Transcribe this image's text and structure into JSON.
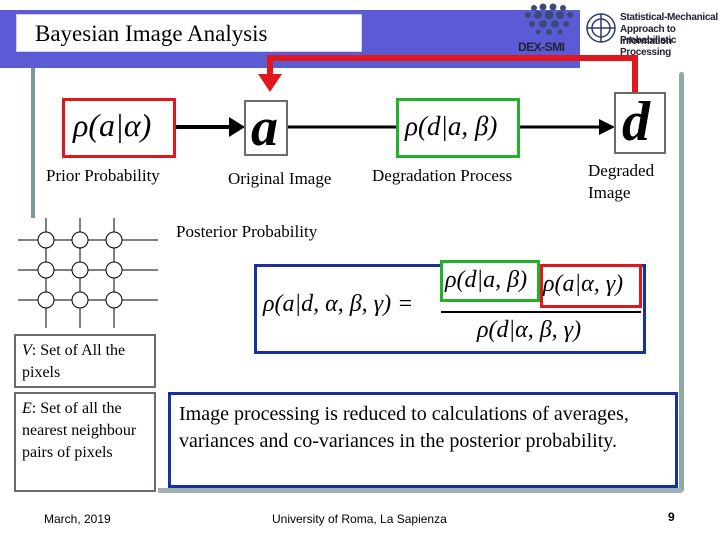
{
  "title": "Bayesian Image Analysis",
  "logos": {
    "dex": "DEX-SMI",
    "smapip_lines": [
      "Statistical-Mechanical",
      "Approach to Probabilistic",
      "Information Processing"
    ]
  },
  "diagram": {
    "prior_formula": "ρ(a|α)",
    "original_symbol": "a",
    "degradation_formula": "ρ(d|a, β)",
    "degraded_symbol": "d",
    "prior_label": "Prior Probability",
    "original_label": "Original Image",
    "degradation_label": "Degradation Process",
    "degraded_label": "Degraded Image",
    "posterior_label": "Posterior Probability",
    "posterior_lhs": "ρ(a|d, α, β, γ) =",
    "posterior_num_left": "ρ(d|a, β)",
    "posterior_num_right": "ρ(a|α, γ)",
    "posterior_den": "ρ(d|α, β, γ)"
  },
  "definitions": {
    "v_symbol": "V",
    "v_text": ": Set of All the pixels",
    "e_symbol": "E",
    "e_text": ": Set of all the nearest neighbour pairs of pixels"
  },
  "summary": "Image processing is reduced to calculations of averages, variances and co-variances in the posterior probability.",
  "footer": {
    "date": "March, 2019",
    "institution": "University of Roma, La Sapienza",
    "page": "9"
  },
  "colors": {
    "title_band": "#5b5bd6",
    "red": "#e0181e",
    "green": "#22b22a",
    "blue": "#1a2fa0"
  }
}
